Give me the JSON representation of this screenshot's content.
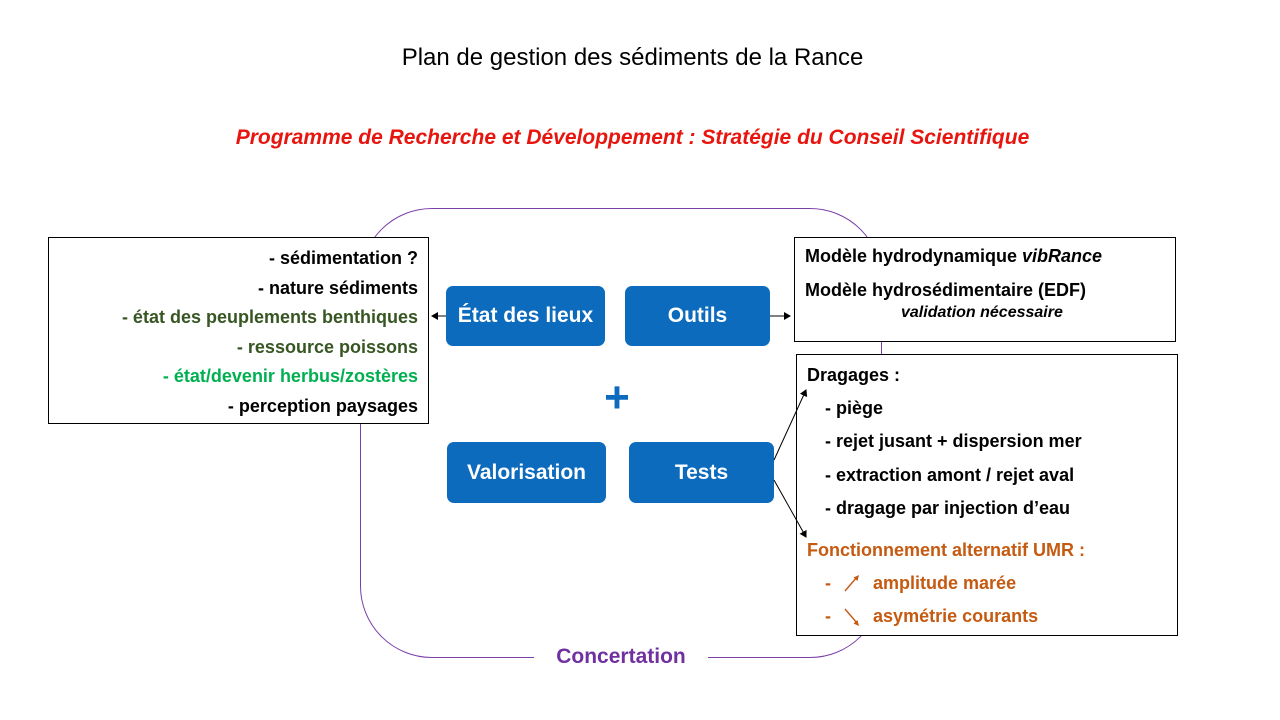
{
  "title": "Plan de gestion des sédiments de la Rance",
  "subtitle": "Programme  de Recherche et Développement :  Stratégie du Conseil Scientifique",
  "loop_label": "Concertation",
  "left_panel": {
    "items": [
      {
        "text": "- sédimentation ?",
        "color": "#000000"
      },
      {
        "text": "- nature  sédiments",
        "color": "#000000"
      },
      {
        "text": "- état des peuplements benthiques",
        "color": "#375623"
      },
      {
        "text": "- ressource poissons",
        "color": "#375623"
      },
      {
        "text": "- état/devenir  herbus/zostères",
        "color": "#00b050"
      },
      {
        "text": "- perception paysages",
        "color": "#000000"
      }
    ]
  },
  "center": {
    "etat": "État des lieux",
    "outils": "Outils",
    "plus": "+",
    "valorisation": "Valorisation",
    "tests": "Tests"
  },
  "right_top": {
    "line1_prefix": "Modèle hydrodynamique ",
    "line1_italic": "vibRance",
    "line2": "Modèle hydrosédimentaire   (EDF)",
    "line3": "validation nécessaire"
  },
  "right_bottom": {
    "dragages_title": "Dragages :",
    "dragages_items": [
      "- piège",
      "- rejet jusant   + dispersion mer",
      "- extraction amont  /  rejet aval",
      "- dragage par injection  d’eau"
    ],
    "fonct_title": "Fonctionnement alternatif  UMR  :",
    "fonct_items": [
      {
        "prefix": "-",
        "text": "amplitude  marée",
        "arrow": "up-right-arrow"
      },
      {
        "prefix": "-",
        "text": "asymétrie  courants",
        "arrow": "down-right-arrow"
      }
    ]
  },
  "colors": {
    "accent_blue": "#0d6bbd",
    "title_red": "#e8150f",
    "concertation_purple": "#7030a0",
    "orange": "#c55a11"
  }
}
